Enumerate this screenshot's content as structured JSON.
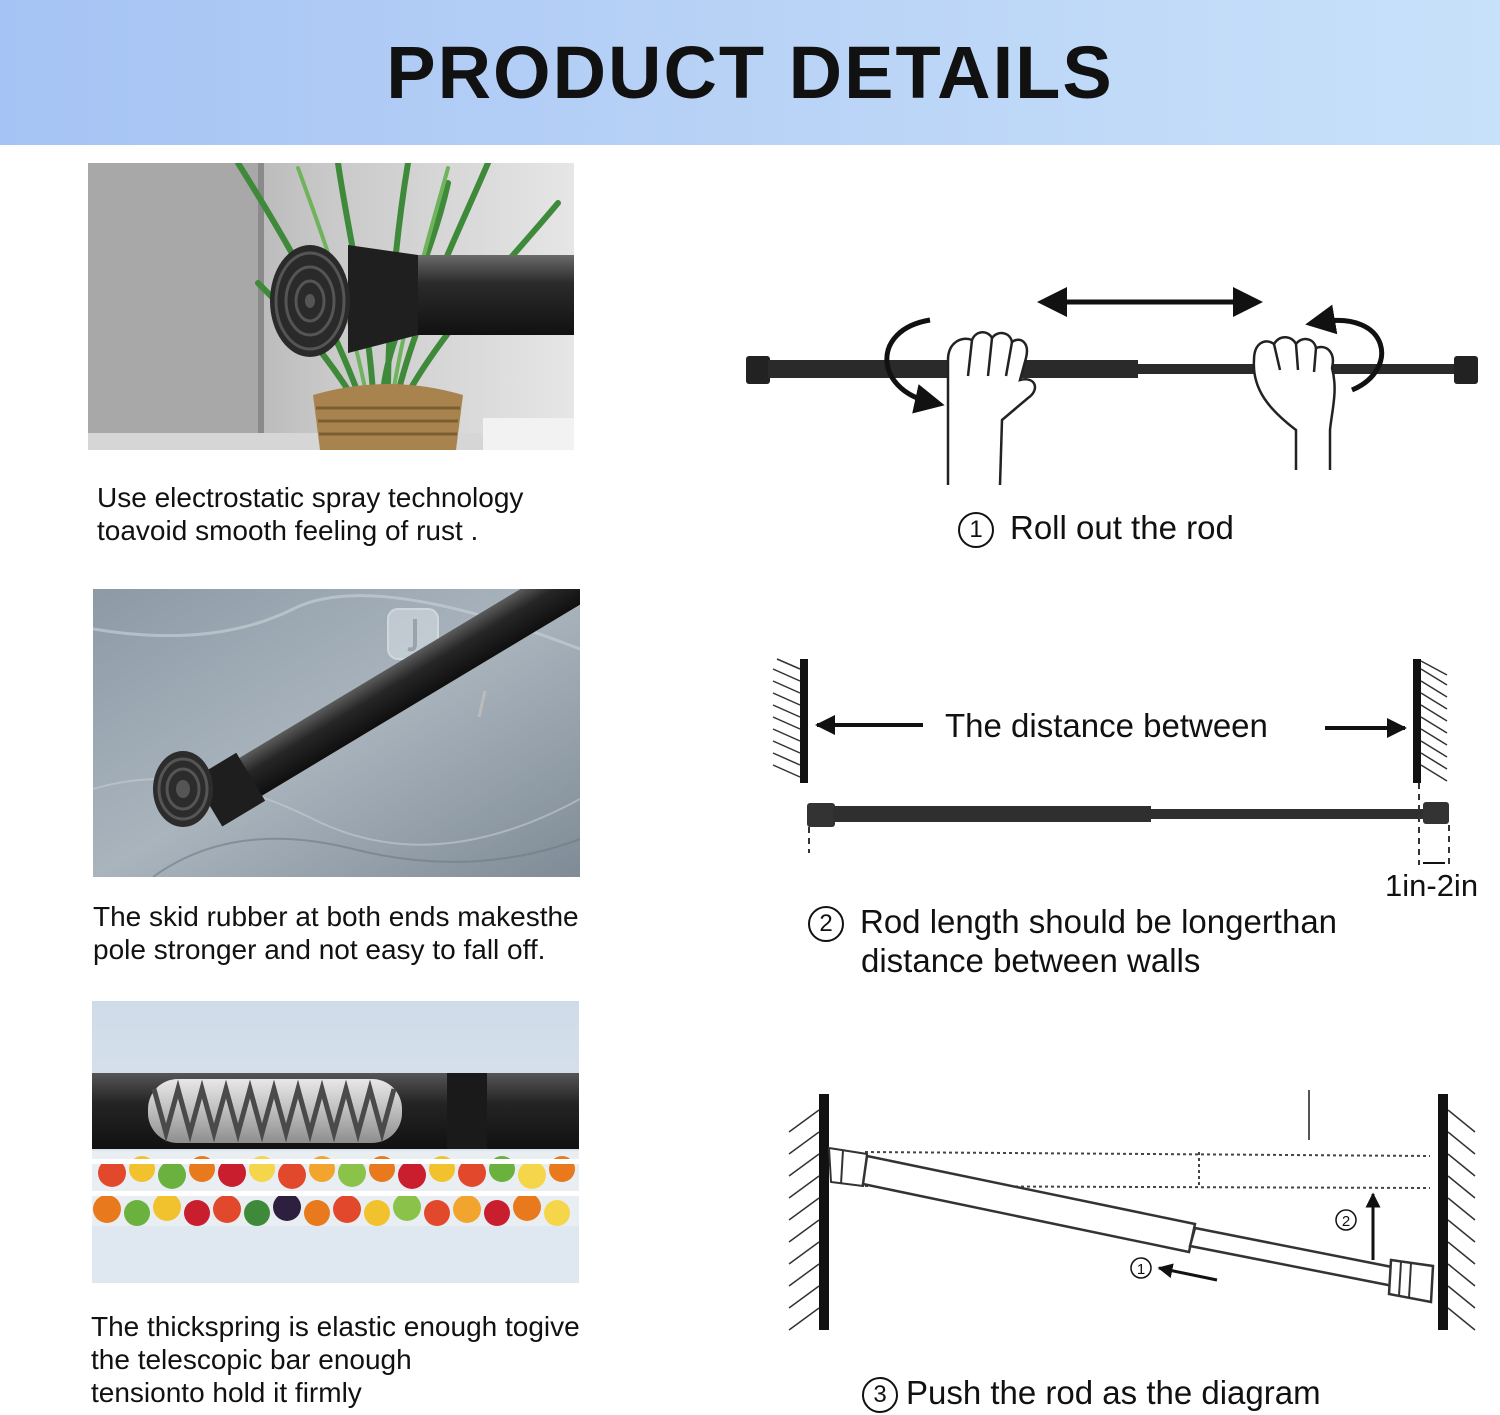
{
  "header": {
    "title": "PRODUCT DETAILS"
  },
  "features": [
    {
      "lines": [
        "Use electrostatic spray technology",
        "toavoid smooth feeling of rust ."
      ]
    },
    {
      "lines": [
        "The skid rubber at both ends makesthe",
        "pole stronger and not easy to fall off."
      ]
    },
    {
      "lines": [
        "The thickspring is elastic enough togive",
        "the telescopic bar enough",
        "tensionto hold it firmly"
      ]
    }
  ],
  "steps": [
    {
      "number": "1",
      "lines": [
        "Roll out the rod"
      ]
    },
    {
      "number": "2",
      "lines": [
        "Rod length should be longerthan",
        "distance between walls"
      ],
      "distance_label": "The distance between",
      "gap_label": "1in-2in"
    },
    {
      "number": "3",
      "lines": [
        "Push the rod as the diagram"
      ],
      "sub_marks": [
        "1",
        "2"
      ]
    }
  ],
  "colors": {
    "header_start": "#a5c3f4",
    "header_end": "#c8e1fa",
    "rod": "#2a2a2a",
    "text": "#111111"
  }
}
